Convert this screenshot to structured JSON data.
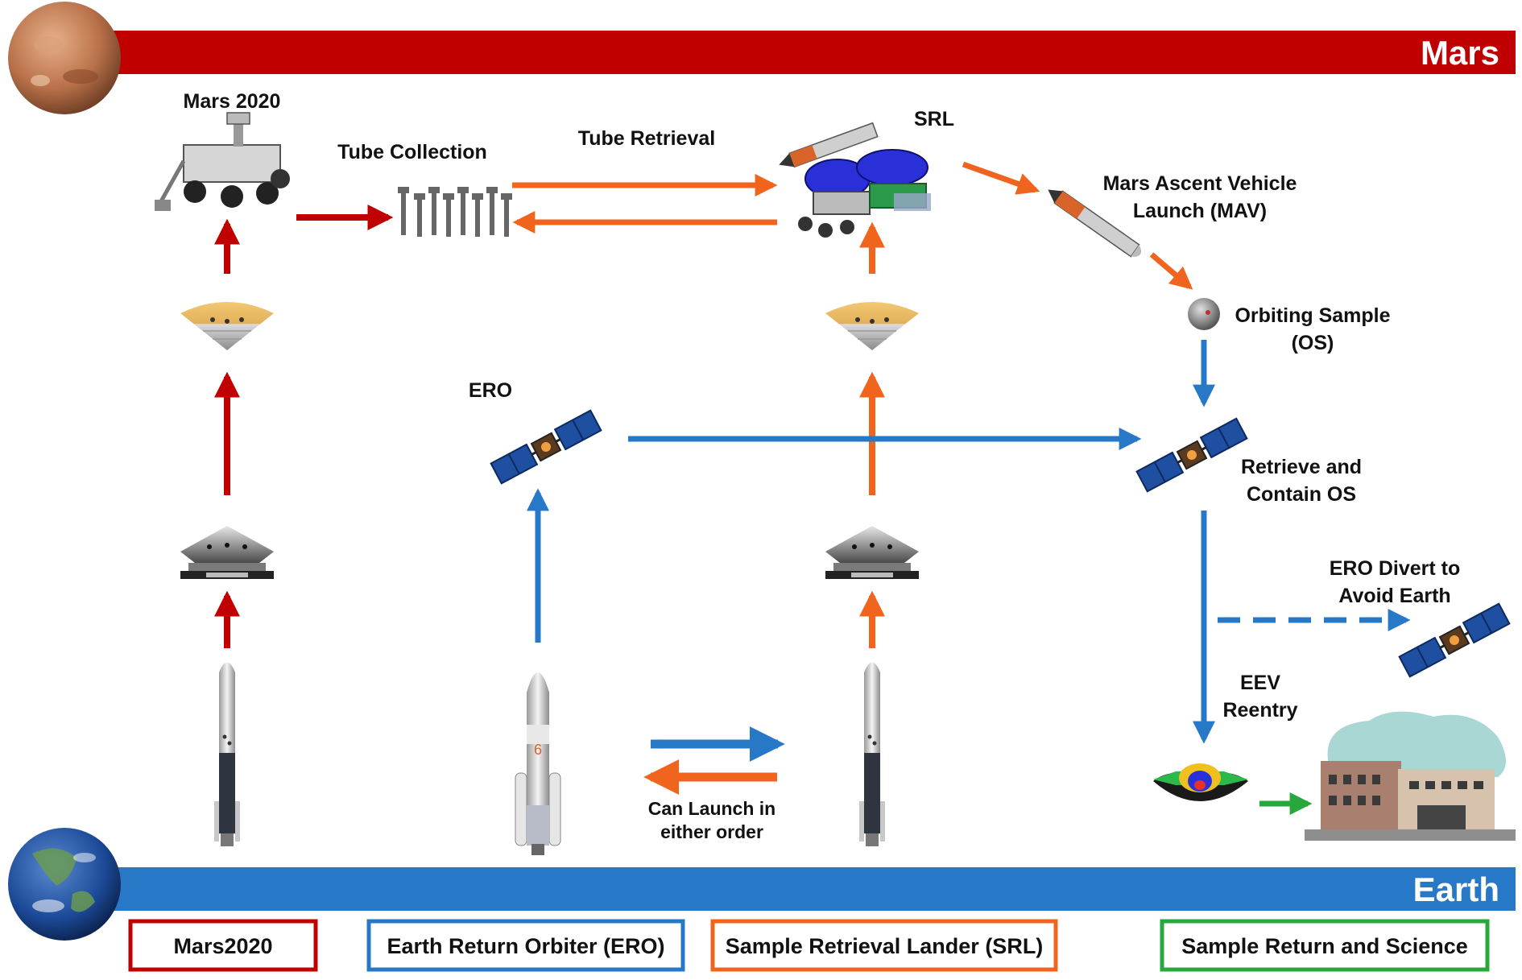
{
  "bands": {
    "mars": {
      "label": "Mars",
      "color": "#c00000"
    },
    "earth": {
      "label": "Earth",
      "color": "#2878c8"
    }
  },
  "labels": {
    "mars2020": "Mars 2020",
    "tube_collection": "Tube Collection",
    "tube_retrieval": "Tube Retrieval",
    "srl": "SRL",
    "mav_line1": "Mars Ascent Vehicle",
    "mav_line2": "Launch (MAV)",
    "os_line1": "Orbiting Sample",
    "os_line2": "(OS)",
    "ero": "ERO",
    "retrieve_line1": "Retrieve and",
    "retrieve_line2": "Contain OS",
    "divert_line1": "ERO Divert to",
    "divert_line2": "Avoid Earth",
    "eev_line1": "EEV",
    "eev_line2": "Reentry",
    "launch_line1": "Can Launch in",
    "launch_line2": "either order"
  },
  "legend": [
    {
      "label": "Mars2020",
      "color": "#c00000"
    },
    {
      "label": "Earth Return Orbiter (ERO)",
      "color": "#2878c8"
    },
    {
      "label": "Sample Retrieval Lander (SRL)",
      "color": "#f0641e"
    },
    {
      "label": "Sample Return and Science",
      "color": "#28a83c"
    }
  ],
  "colors": {
    "mars2020": "#c00000",
    "ero": "#2878c8",
    "srl": "#f0641e",
    "science": "#28a83c"
  }
}
